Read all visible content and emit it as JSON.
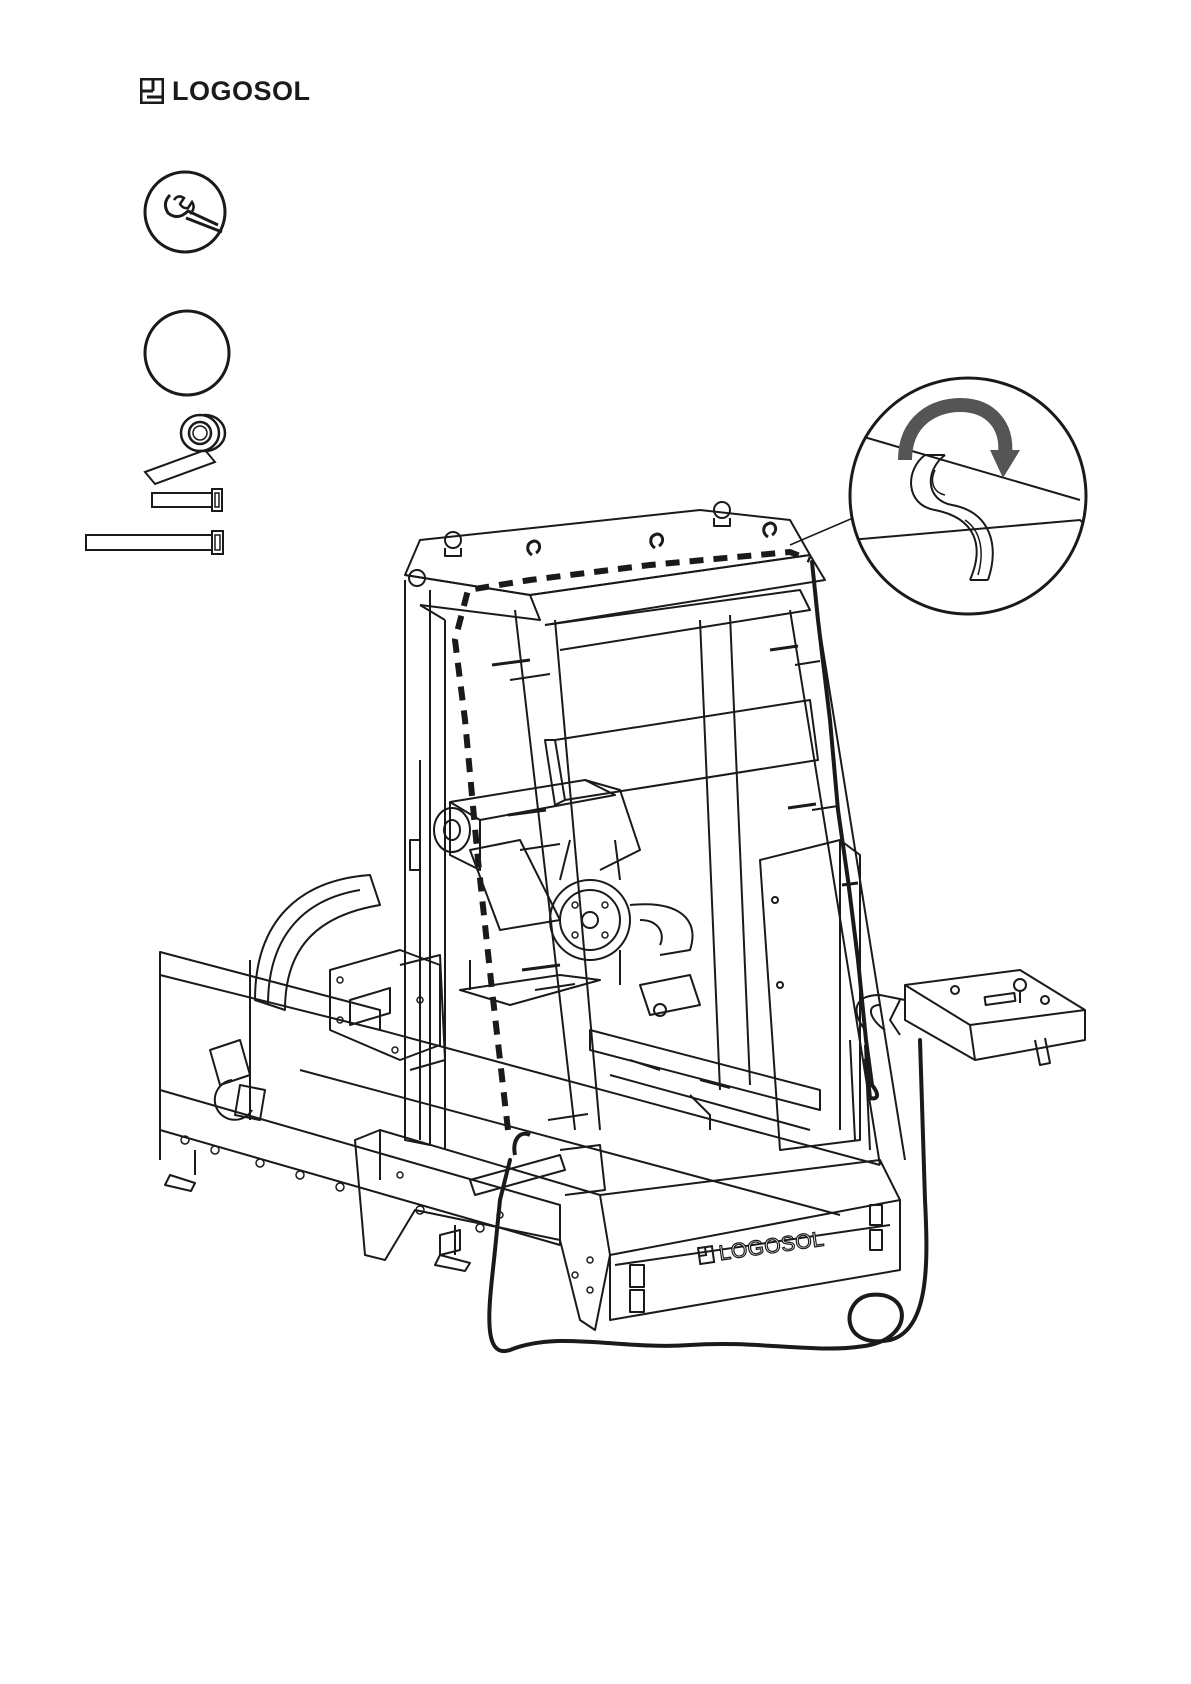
{
  "brand": {
    "logo_text": "LOGOSOL",
    "frame_badge_text": "LOGOSOL"
  },
  "colors": {
    "ink": "#1a1a1a",
    "background": "#ffffff"
  },
  "tools": [
    {
      "name": "open-wrench",
      "icon": "wrench-icon"
    },
    {
      "name": "empty-circle",
      "icon": "blank-circle-icon"
    },
    {
      "name": "adhesive-tape",
      "icon": "tape-roll-icon"
    },
    {
      "name": "cable-tie-short",
      "icon": "cable-tie-icon"
    },
    {
      "name": "cable-tie-long",
      "icon": "cable-tie-icon"
    }
  ],
  "detail_callout": {
    "icon": "rotate-clockwise-icon",
    "content": "cable-tie-wrapped-around-frame"
  }
}
